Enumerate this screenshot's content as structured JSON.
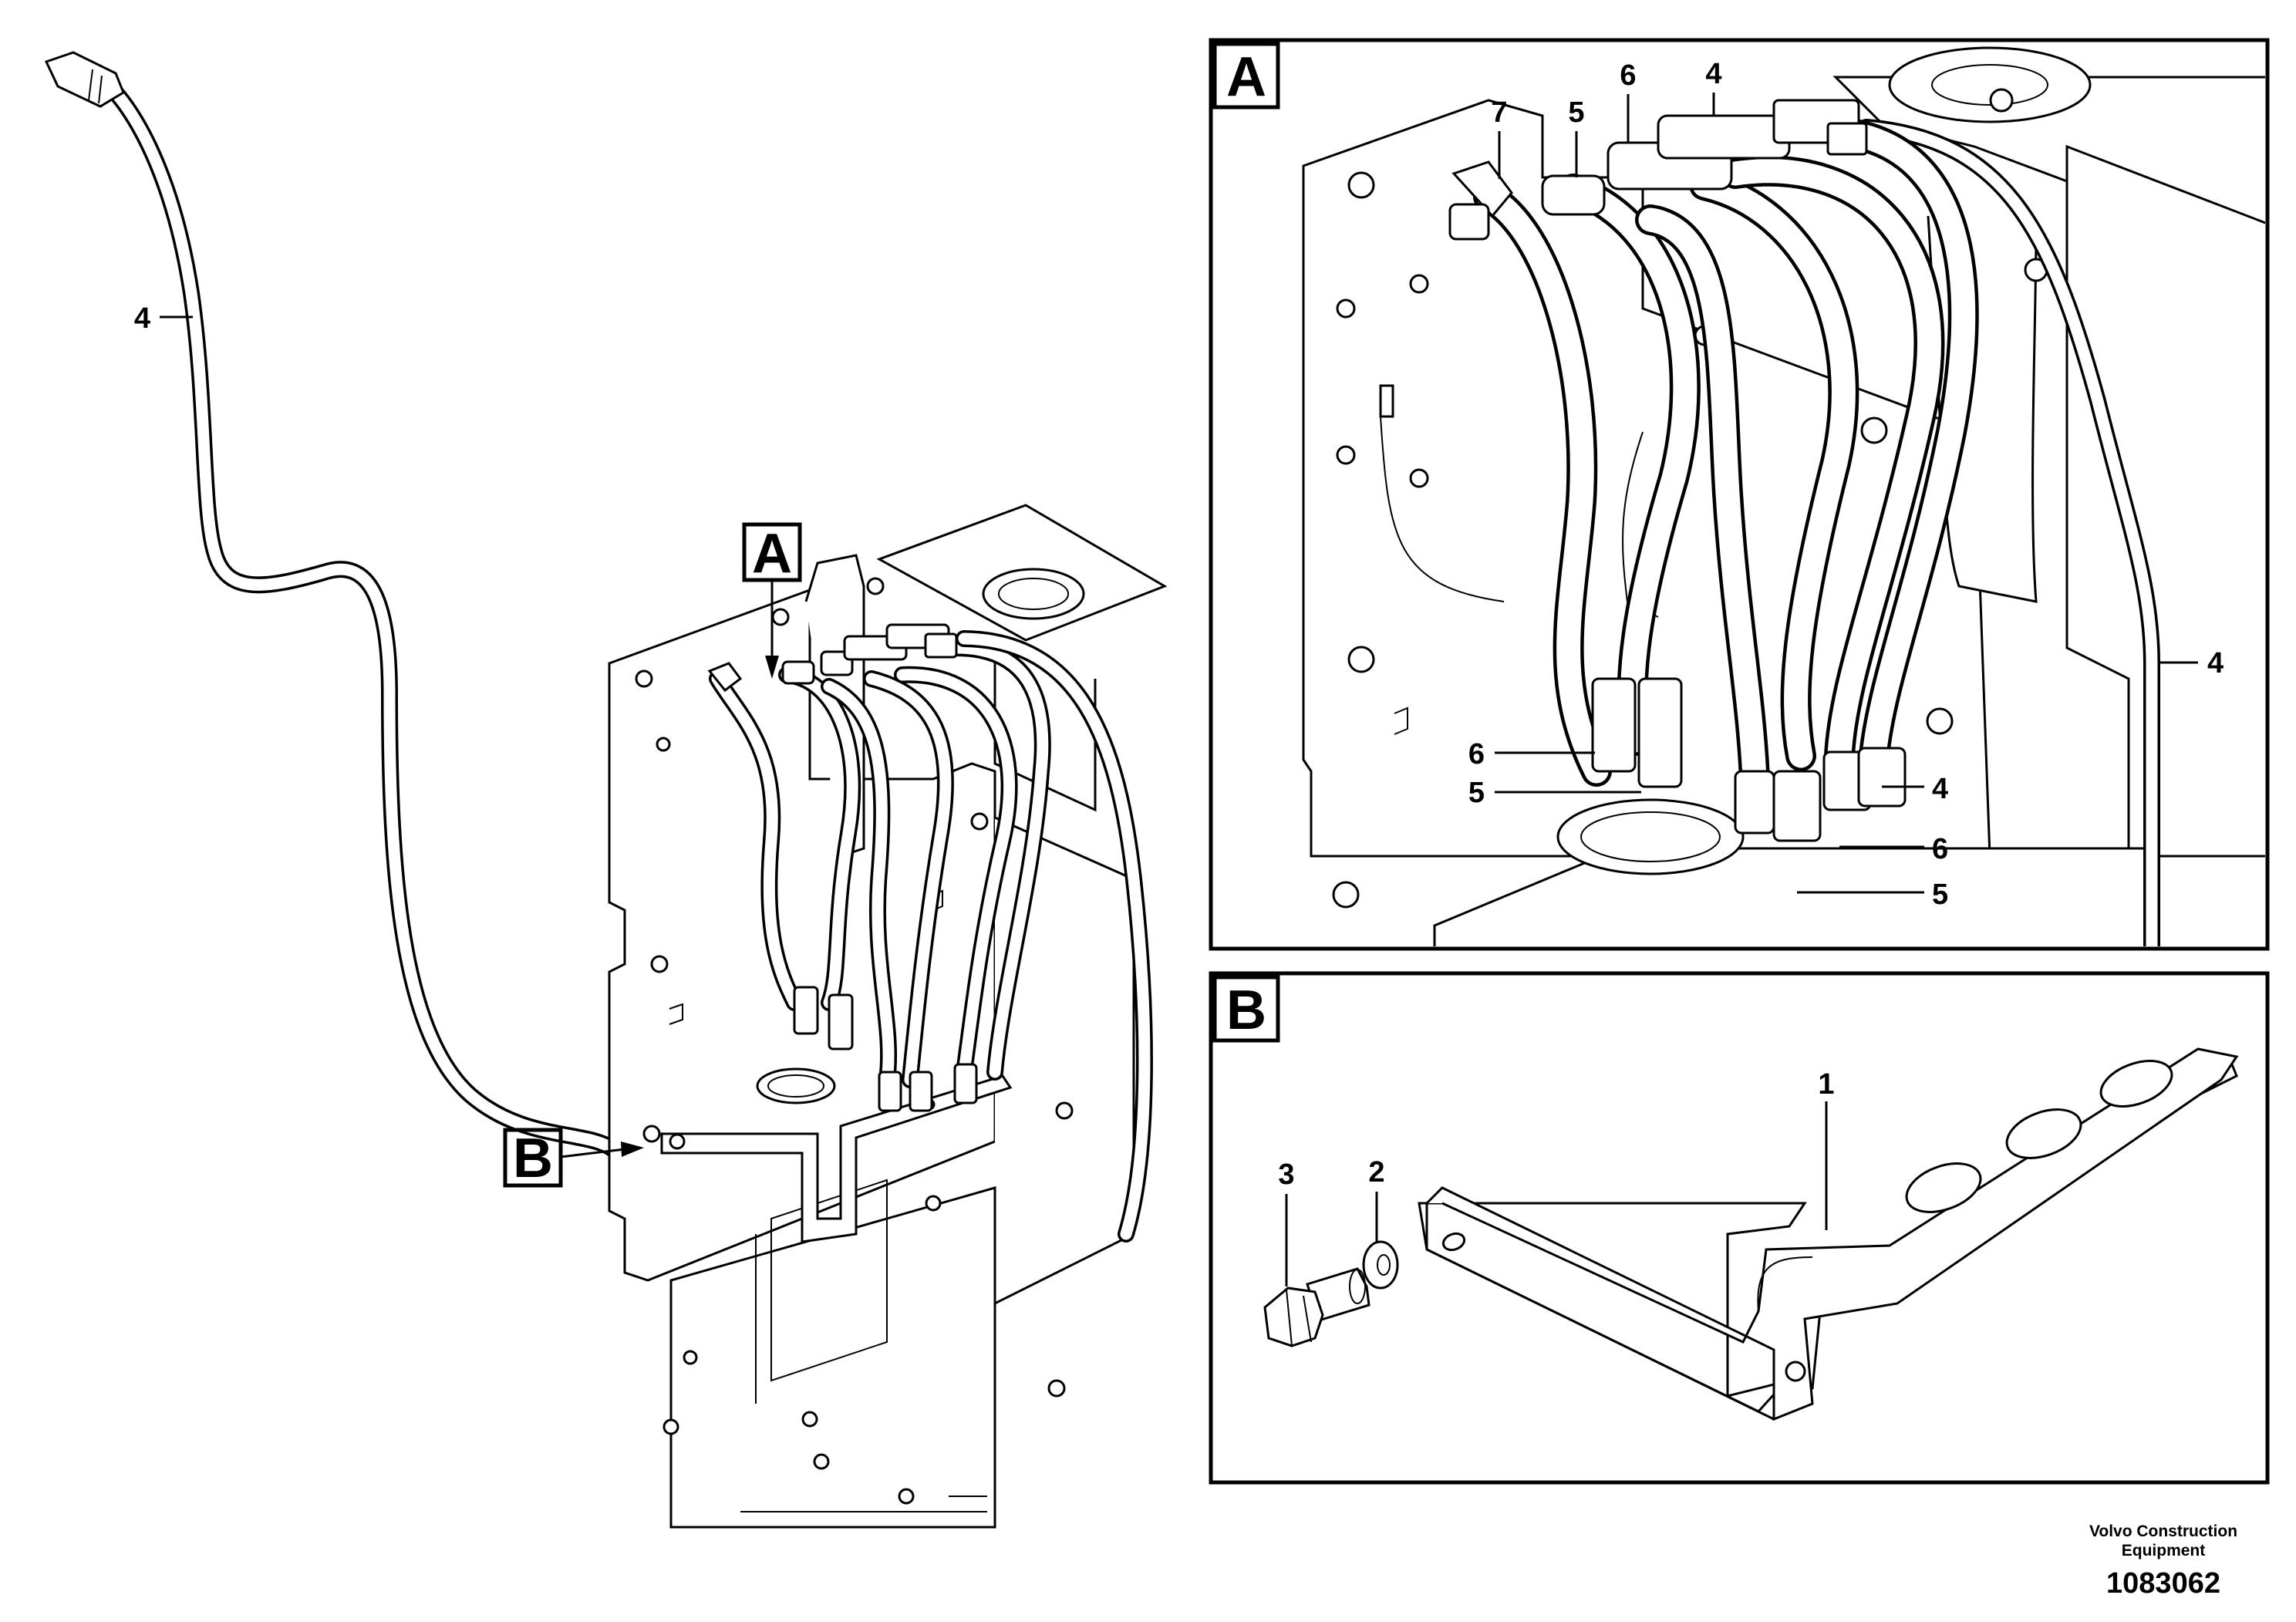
{
  "views": {
    "a": {
      "letter": "A"
    },
    "b": {
      "letter": "B"
    }
  },
  "callouts": {
    "main_hose": "4",
    "detail_a": [
      "7",
      "5",
      "6",
      "4",
      "4",
      "6",
      "5",
      "4",
      "6",
      "5"
    ],
    "detail_b": [
      "1",
      "3",
      "2"
    ]
  },
  "footer": {
    "company_line1": "Volvo Construction",
    "company_line2": "Equipment",
    "drawing_number": "1083062"
  }
}
